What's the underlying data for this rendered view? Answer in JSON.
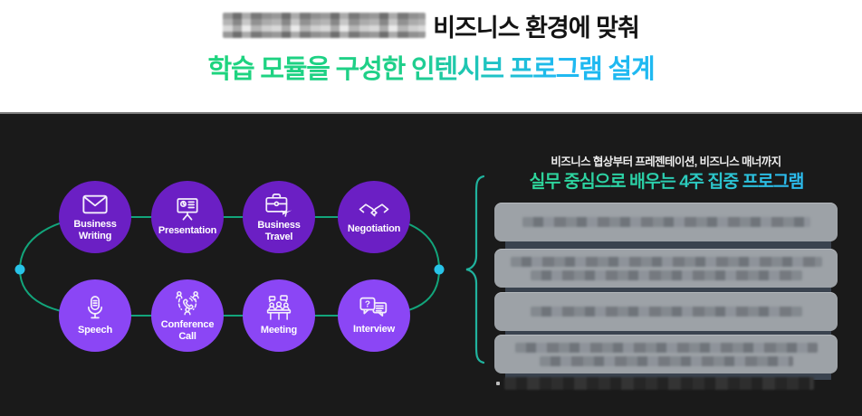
{
  "header": {
    "line1_masked_segment": "pixelated-redacted-text",
    "line1_text": "비즈니스 환경에 맞춰",
    "line2_text": "학습 모듈을 구성한 인텐시브 프로그램 설계"
  },
  "diagram": {
    "modules": [
      {
        "label": "Business\nWriting",
        "icon": "envelope-icon",
        "row": "top"
      },
      {
        "label": "Presentation",
        "icon": "presentation-board-icon",
        "row": "top"
      },
      {
        "label": "Business\nTravel",
        "icon": "briefcase-plane-icon",
        "row": "top"
      },
      {
        "label": "Negotiation",
        "icon": "handshake-icon",
        "row": "top"
      },
      {
        "label": "Speech",
        "icon": "microphone-icon",
        "row": "bottom"
      },
      {
        "label": "Conference\nCall",
        "icon": "conference-call-icon",
        "row": "bottom"
      },
      {
        "label": "Meeting",
        "icon": "meeting-icon",
        "row": "bottom"
      },
      {
        "label": "Interview",
        "icon": "speech-bubbles-icon",
        "row": "bottom"
      }
    ],
    "connector": {
      "shape": "loop",
      "endpoint_dots": 2
    }
  },
  "right_panel": {
    "subtitle": "비즈니스 협상부터 프레젠테이션, 비즈니스 매너까지",
    "title": "실무 중심으로 배우는 4주 집중 프로그램",
    "masked_rows_count": 4,
    "footnote_masked": true
  },
  "colors": {
    "banner_bg": "#ffffff",
    "section_bg": "#1a1a1a",
    "node_top": "#6b1fc4",
    "node_bottom": "#8b46f5",
    "loop_line": "#12a57b",
    "endpoint_dot": "#28c3e8",
    "brace": "#20b39e",
    "gradient_green": "#1ed47e",
    "gradient_cyan": "#1fb9f1",
    "row_bg": "#9da2a7",
    "row_backdrop": "#3a434f"
  }
}
